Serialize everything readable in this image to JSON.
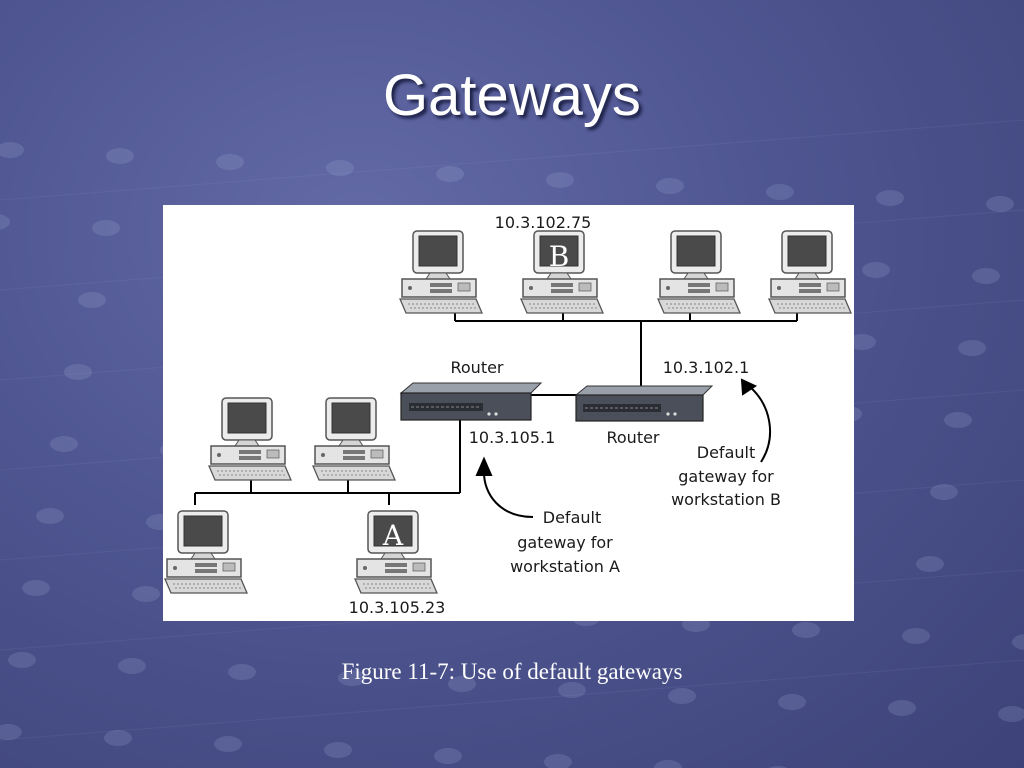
{
  "slide": {
    "title": "Gateways",
    "caption": "Figure 11-7: Use of default gateways"
  },
  "diagram": {
    "workstation_b": {
      "ip": "10.3.102.75",
      "letter": "B"
    },
    "workstation_a": {
      "ip": "10.3.105.23",
      "letter": "A"
    },
    "router_left": {
      "label": "Router",
      "ip": "10.3.105.1"
    },
    "router_right": {
      "label": "Router",
      "ip": "10.3.102.1"
    },
    "gateway_a_label": [
      "Default",
      "gateway for",
      "workstation A"
    ],
    "gateway_b_label": [
      "Default",
      "gateway for",
      "workstation B"
    ]
  },
  "colors": {
    "background": "#4e5590",
    "figure_background": "#ffffff",
    "router_body": "#4a4f5a"
  }
}
